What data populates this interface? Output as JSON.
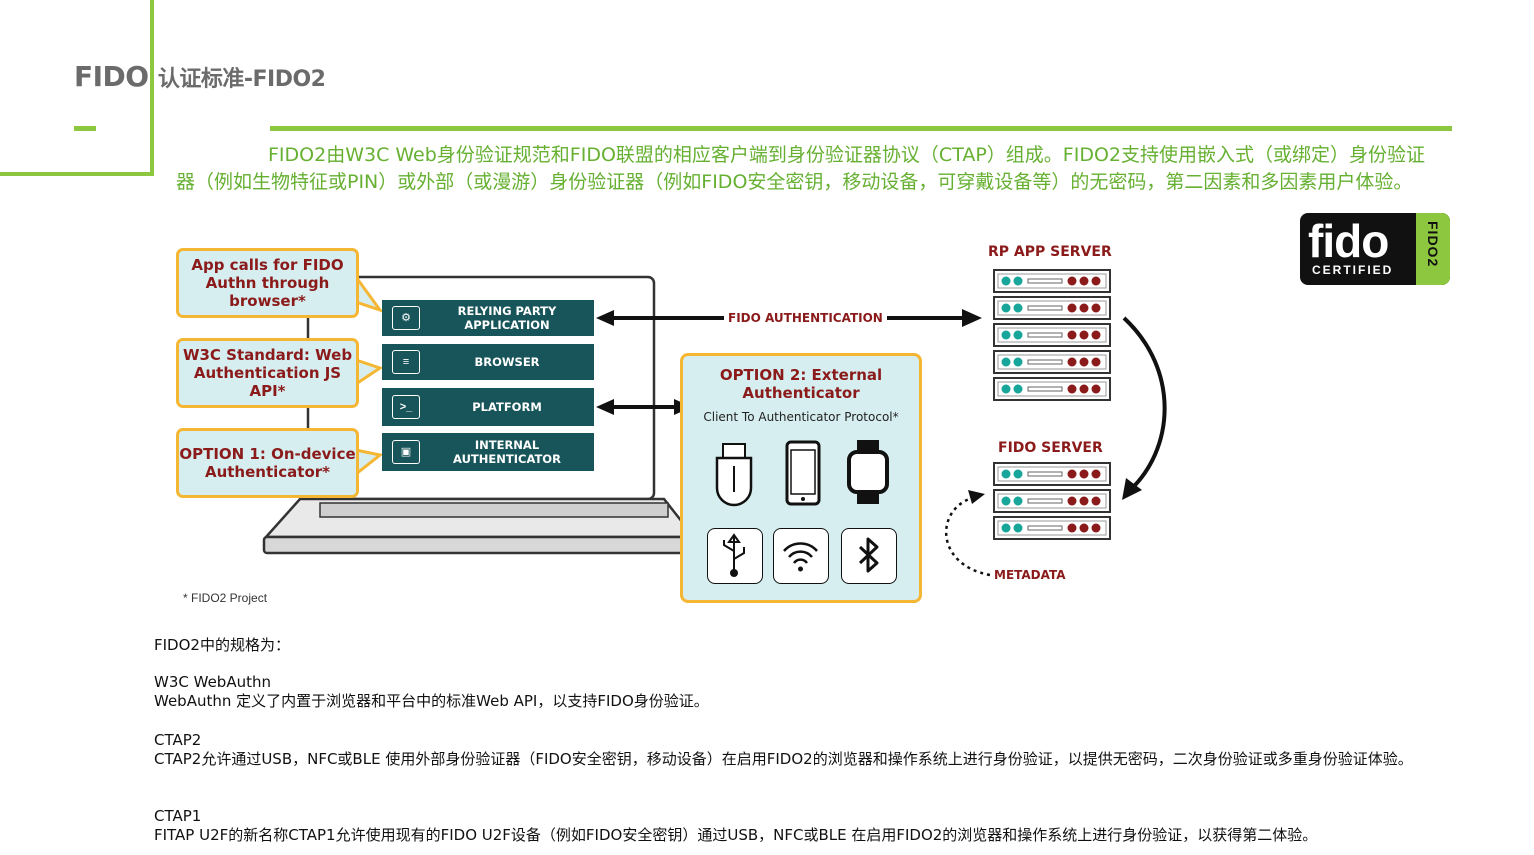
{
  "header": {
    "title_main": "FIDO",
    "title_rest": "认证标准-FIDO2"
  },
  "intro": "FIDO2由W3C Web身份验证规范和FIDO联盟的相应客户端到身份验证器协议（CTAP）组成。FIDO2支持使用嵌入式（或绑定）身份验证器（例如生物特征或PIN）或外部（或漫游）身份验证器（例如FIDO安全密钥，移动设备，可穿戴设备等）的无密码，第二因素和多因素用户体验。",
  "badge": {
    "word": "fido",
    "certified": "CERTIFIED",
    "vertical": "FIDO2"
  },
  "diagram": {
    "callouts": [
      "App calls for FIDO Authn through browser*",
      "W3C Standard: Web Authentication JS API*",
      "OPTION 1: On-device Authenticator*"
    ],
    "layers": [
      {
        "label": "RELYING PARTY APPLICATION",
        "icon": "gear-icon"
      },
      {
        "label": "BROWSER",
        "icon": "www-window-icon"
      },
      {
        "label": "PLATFORM",
        "icon": "terminal-icon"
      },
      {
        "label": "INTERNAL AUTHENTICATOR",
        "icon": "chip-lock-icon"
      }
    ],
    "fido_auth_label": "FIDO AUTHENTICATION",
    "option2_title": "OPTION 2: External Authenticator",
    "option2_sub": "Client To Authenticator Protocol*",
    "rp_server_title": "RP APP SERVER",
    "fido_server_title": "FIDO SERVER",
    "metadata_label": "METADATA",
    "footnote": "* FIDO2 Project",
    "colors": {
      "teal_dark": "#18555a",
      "panel": "#d6eef0",
      "accent_border": "#f5b733",
      "label_red": "#8b1a1a",
      "green": "#8dc63f"
    }
  },
  "specs": {
    "intro": "FIDO2中的规格为：",
    "w3c_title": "W3C WebAuthn",
    "w3c_body": "WebAuthn 定义了内置于浏览器和平台中的标准Web API，以支持FIDO身份验证。",
    "ctap2_title": "CTAP2",
    "ctap2_body": "CTAP2允许通过USB，NFC或BLE 使用外部身份验证器（FIDO安全密钥，移动设备）在启用FIDO2的浏览器和操作系统上进行身份验证，以提供无密码，二次身份验证或多重身份验证体验。",
    "ctap1_title": "CTAP1",
    "ctap1_body": "FITAP U2F的新名称CTAP1允许使用现有的FIDO U2F设备（例如FIDO安全密钥）通过USB，NFC或BLE  在启用FIDO2的浏览器和操作系统上进行身份验证，以获得第二体验。"
  }
}
